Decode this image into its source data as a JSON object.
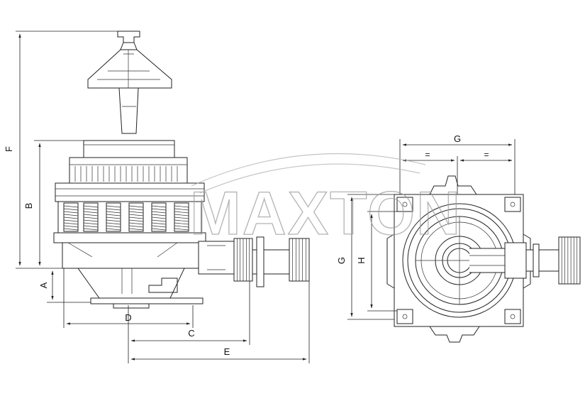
{
  "watermark": {
    "text": "MAXTON"
  },
  "side_view": {
    "dimension_labels": {
      "A": "A",
      "B": "B",
      "C": "C",
      "D": "D",
      "E": "E",
      "F": "F"
    }
  },
  "top_view": {
    "dimension_labels": {
      "G": "G",
      "H": "H",
      "G_vertical": "G"
    },
    "equal_marks": [
      "=",
      "="
    ]
  }
}
